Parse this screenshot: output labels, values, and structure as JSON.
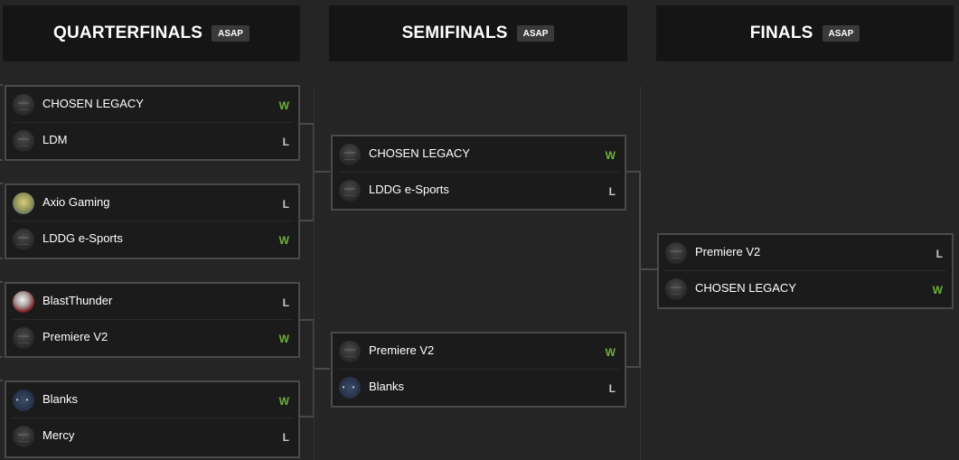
{
  "rounds": [
    {
      "title": "QUARTERFINALS",
      "badge": "ASAP"
    },
    {
      "title": "SEMIFINALS",
      "badge": "ASAP"
    },
    {
      "title": "FINALS",
      "badge": "ASAP"
    }
  ],
  "quarterfinals": [
    {
      "team1": {
        "name": "CHOSEN LEGACY",
        "result": "W"
      },
      "team2": {
        "name": "LDM",
        "result": "L"
      }
    },
    {
      "team1": {
        "name": "Axio Gaming",
        "result": "L"
      },
      "team2": {
        "name": "LDDG e-Sports",
        "result": "W"
      }
    },
    {
      "team1": {
        "name": "BlastThunder",
        "result": "L"
      },
      "team2": {
        "name": "Premiere V2",
        "result": "W"
      }
    },
    {
      "team1": {
        "name": "Blanks",
        "result": "W"
      },
      "team2": {
        "name": "Mercy",
        "result": "L"
      }
    }
  ],
  "semifinals": [
    {
      "team1": {
        "name": "CHOSEN LEGACY",
        "result": "W"
      },
      "team2": {
        "name": "LDDG e-Sports",
        "result": "L"
      }
    },
    {
      "team1": {
        "name": "Premiere V2",
        "result": "W"
      },
      "team2": {
        "name": "Blanks",
        "result": "L"
      }
    }
  ],
  "finals": [
    {
      "team1": {
        "name": "Premiere V2",
        "result": "L"
      },
      "team2": {
        "name": "CHOSEN LEGACY",
        "result": "W"
      }
    }
  ],
  "colors": {
    "win": "#6cb23a",
    "loss": "#c8c8c8",
    "background": "#252525",
    "header": "#151515"
  }
}
